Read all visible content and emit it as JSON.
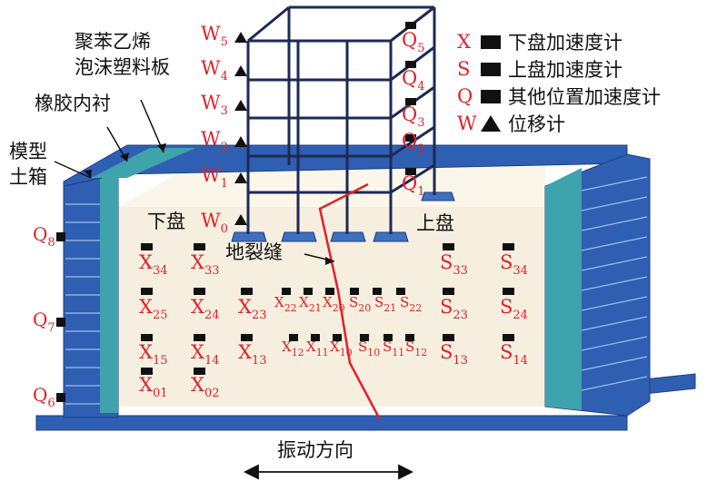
{
  "labels": {
    "foam_board": [
      "聚苯乙烯",
      "泡沫塑料板"
    ],
    "rubber_liner": "橡胶内衬",
    "model_box": [
      "模型",
      "土箱"
    ],
    "footwall": "下盘",
    "hangingwall": "上盘",
    "ground_fissure": "地裂缝",
    "vibration_direction": "振动方向"
  },
  "legend": [
    {
      "key": "X",
      "symbol": "square",
      "text": "下盘加速度计"
    },
    {
      "key": "S",
      "symbol": "square",
      "text": "上盘加速度计"
    },
    {
      "key": "Q",
      "symbol": "square",
      "text": "其他位置加速度计"
    },
    {
      "key": "W",
      "symbol": "triangle",
      "text": "位移计"
    }
  ],
  "displacement_meters": [
    {
      "letter": "W",
      "sub": "5"
    },
    {
      "letter": "W",
      "sub": "4"
    },
    {
      "letter": "W",
      "sub": "3"
    },
    {
      "letter": "W",
      "sub": "2"
    },
    {
      "letter": "W",
      "sub": "1"
    },
    {
      "letter": "W",
      "sub": "0"
    }
  ],
  "building_accelerometers": [
    {
      "letter": "Q",
      "sub": "5"
    },
    {
      "letter": "Q",
      "sub": "4"
    },
    {
      "letter": "Q",
      "sub": "3"
    },
    {
      "letter": "Q",
      "sub": "2"
    },
    {
      "letter": "Q",
      "sub": "1"
    }
  ],
  "box_accelerometers": [
    {
      "letter": "Q",
      "sub": "8"
    },
    {
      "letter": "Q",
      "sub": "7"
    },
    {
      "letter": "Q",
      "sub": "6"
    }
  ],
  "footwall_sensors": [
    {
      "letter": "X",
      "sub": "34"
    },
    {
      "letter": "X",
      "sub": "33"
    },
    {
      "letter": "X",
      "sub": "25"
    },
    {
      "letter": "X",
      "sub": "24"
    },
    {
      "letter": "X",
      "sub": "23"
    },
    {
      "letter": "X",
      "sub": "22"
    },
    {
      "letter": "X",
      "sub": "21"
    },
    {
      "letter": "X",
      "sub": "20"
    },
    {
      "letter": "X",
      "sub": "15"
    },
    {
      "letter": "X",
      "sub": "14"
    },
    {
      "letter": "X",
      "sub": "13"
    },
    {
      "letter": "X",
      "sub": "12"
    },
    {
      "letter": "X",
      "sub": "11"
    },
    {
      "letter": "X",
      "sub": "10"
    },
    {
      "letter": "X",
      "sub": "01"
    },
    {
      "letter": "X",
      "sub": "02"
    }
  ],
  "hangingwall_sensors": [
    {
      "letter": "S",
      "sub": "33"
    },
    {
      "letter": "S",
      "sub": "34"
    },
    {
      "letter": "S",
      "sub": "20"
    },
    {
      "letter": "S",
      "sub": "21"
    },
    {
      "letter": "S",
      "sub": "22"
    },
    {
      "letter": "S",
      "sub": "23"
    },
    {
      "letter": "S",
      "sub": "24"
    },
    {
      "letter": "S",
      "sub": "10"
    },
    {
      "letter": "S",
      "sub": "11"
    },
    {
      "letter": "S",
      "sub": "12"
    },
    {
      "letter": "S",
      "sub": "13"
    },
    {
      "letter": "S",
      "sub": "14"
    }
  ],
  "colors": {
    "box_blue": "#2f5fb3",
    "liner_teal": "#3fa3ad",
    "soil": "#f6efe0",
    "frame": "#1d2a55",
    "fissure": "#e0202a",
    "label_red": "#e0202a"
  }
}
